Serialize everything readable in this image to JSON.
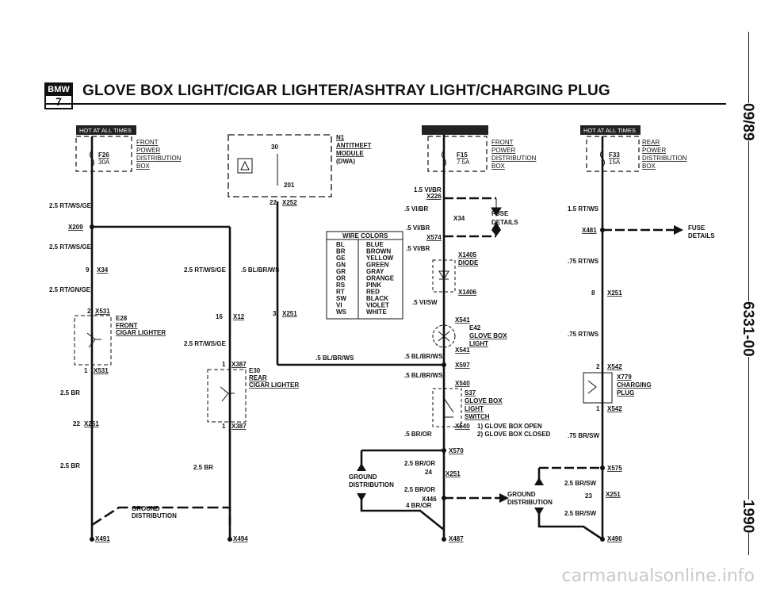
{
  "header": {
    "logo_text": "BMW",
    "logo_series": "7",
    "title": "GLOVE BOX LIGHT/CIGAR LIGHTER/ASHTRAY LIGHT/CHARGING PLUG"
  },
  "side_text": {
    "top": "09/89",
    "middle": "6331-00",
    "bottom": "1990"
  },
  "badges": {
    "hot": "HOT AT ALL TIMES"
  },
  "labels": {
    "front_power_dist": [
      "FRONT",
      "POWER",
      "DISTRIBUTION",
      "BOX"
    ],
    "rear_power_dist": [
      "REAR",
      "POWER",
      "DISTRIBUTION",
      "BOX"
    ],
    "f26": "F26",
    "f26_amp": "30A",
    "f15": "F15",
    "f15_amp": "7.5A",
    "f33": "F33",
    "f33_amp": "15A",
    "n1": "N1",
    "n1_desc": [
      "ANTITHEFT",
      "MODULE",
      "(DWA)"
    ],
    "pin30": "30",
    "pin201": "201",
    "pin22": "22",
    "x252": "X252",
    "e28": "E28",
    "e28_desc": [
      "FRONT",
      "CIGAR LIGHTER"
    ],
    "e30": "E30",
    "e30_desc": [
      "REAR",
      "CIGAR LIGHTER"
    ],
    "e42": "E42",
    "e42_desc": [
      "GLOVE BOX",
      "LIGHT"
    ],
    "x779": "X779",
    "x779_desc": [
      "CHARGING",
      "PLUG"
    ],
    "s37": "S37",
    "s37_desc": [
      "GLOVE BOX",
      "LIGHT",
      "SWITCH"
    ],
    "s37_pos1": "1) GLOVE BOX OPEN",
    "s37_pos2": "2) GLOVE BOX CLOSED",
    "x1405": "X1405",
    "x1405_desc": "DIODE",
    "x1406": "X1406",
    "fuse_details": [
      "FUSE",
      "DETAILS"
    ],
    "ground_dist": [
      "GROUND",
      "DISTRIBUTION"
    ],
    "wires": {
      "w1": "2.5 RT/WS/GE",
      "w2": "2.5 RT/WS/GE",
      "w3": "2.5 RT/GN/GE",
      "w4": "2.5 RT/WS/GE",
      "w5": "2.5 RT/WS/GE",
      "w6": ".5 BL/BR/WS",
      "w7": ".5 BL/BR/WS",
      "w8": ".5 BL/BR/WS",
      "w9": ".5 BL/BR/WS",
      "w10": "1.5 RT/WS",
      "w11": ".75 RT/WS",
      "w12": ".75 RT/WS",
      "w13": ".75 BR/SW",
      "w14": "2.5 BR",
      "w15": "2.5 BR",
      "w16": "2.5 BR",
      "w17": ".5 BR/OR",
      "w18": "2.5 BR/OR",
      "w19": "2.5 BR/OR",
      "w20": "4 BR/OR",
      "w21": "2.5 BR/SW",
      "w22": "2.5 BR/SW",
      "w23": "1.5 VI/BR",
      "w24": ".5 VI/BR",
      "w25": ".5 VI/BR",
      "w26": ".5 VI/BR",
      "w27": ".5 VI/SW"
    },
    "connectors": {
      "x209": "X209",
      "x34": "X34",
      "x531": "X531",
      "x12": "X12",
      "x251": "X251",
      "x387": "X387",
      "x226": "X226",
      "x574": "X574",
      "x541": "X541",
      "x597": "X597",
      "x540": "X540",
      "x570": "X570",
      "x446": "X446",
      "x487": "X487",
      "x491": "X491",
      "x494": "X494",
      "x481": "X481",
      "x542": "X542",
      "x575": "X575",
      "x490": "X490"
    },
    "pins": {
      "p9": "9",
      "p2": "2",
      "p1": "1",
      "p16": "16",
      "p3": "3",
      "p22": "22",
      "p24": "24",
      "p23": "23",
      "p8": "8"
    }
  },
  "wire_colors": {
    "title": "WIRE COLORS",
    "rows": [
      [
        "BL",
        "BLUE"
      ],
      [
        "BR",
        "BROWN"
      ],
      [
        "GE",
        "YELLOW"
      ],
      [
        "GN",
        "GREEN"
      ],
      [
        "GR",
        "GRAY"
      ],
      [
        "OR",
        "ORANGE"
      ],
      [
        "RS",
        "PINK"
      ],
      [
        "RT",
        "RED"
      ],
      [
        "SW",
        "BLACK"
      ],
      [
        "VI",
        "VIOLET"
      ],
      [
        "WS",
        "WHITE"
      ]
    ]
  },
  "watermark": "carmanualsonline.info",
  "colors": {
    "ink": "#111111",
    "badge": "#222222",
    "watermark": "#c9c9c9"
  }
}
